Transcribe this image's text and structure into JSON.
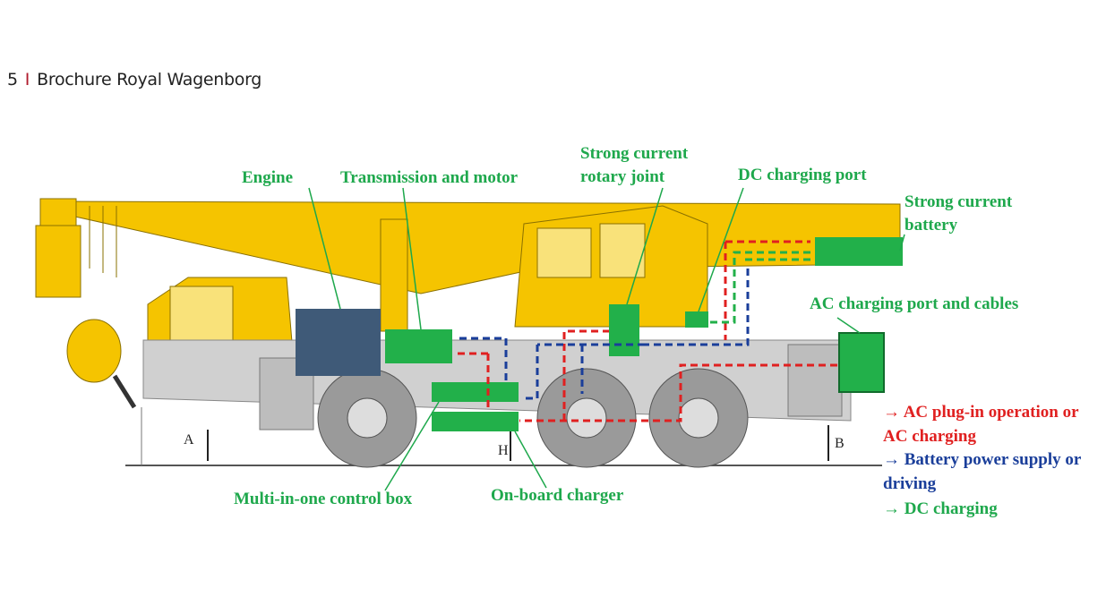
{
  "header": {
    "page_number": "5",
    "separator": "I",
    "title": "Brochure Royal Wagenborg"
  },
  "labels": {
    "engine": "Engine",
    "transmission": "Transmission and motor",
    "rotary_joint_1": "Strong current",
    "rotary_joint_2": "rotary joint",
    "dc_port": "DC charging port",
    "battery_1": "Strong current",
    "battery_2": "battery",
    "ac_port": "AC charging port and cables",
    "control_box": "Multi-in-one control box",
    "charger": "On-board charger"
  },
  "dimensions": {
    "a": "A",
    "h": "H",
    "b": "B"
  },
  "legend": [
    {
      "arrow": "→",
      "text": "AC plug-in operation or",
      "cont": "AC charging",
      "color": "#e02020"
    },
    {
      "arrow": "→",
      "text": "Battery power supply or",
      "cont": "driving",
      "color": "#1a3e9a"
    },
    {
      "arrow": "→",
      "text": "DC charging",
      "color": "#1ea84c"
    }
  ],
  "colors": {
    "crane": "#f5c400",
    "component": "#22b04a",
    "engine": "#3f5a78",
    "chassis": "#c8c8c8"
  }
}
